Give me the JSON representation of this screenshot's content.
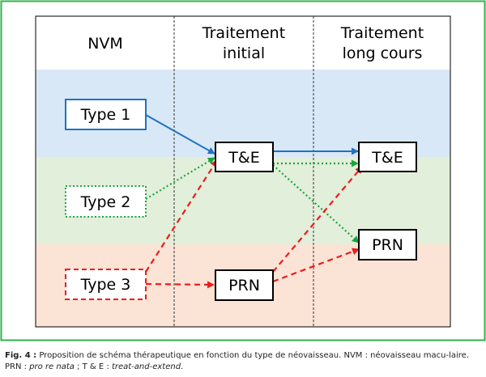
{
  "columns": {
    "nvm": "NVM",
    "initial_line1": "Traitement",
    "initial_line2": "initial",
    "long_line1": "Traitement",
    "long_line2": "long cours"
  },
  "nodes": {
    "type1": "Type 1",
    "type2": "Type 2",
    "type3": "Type 3",
    "te_initial": "T&E",
    "prn_initial": "PRN",
    "te_long": "T&E",
    "prn_long": "PRN"
  },
  "colors": {
    "frame": "#2fb34a",
    "band_type1": "#d9e8f6",
    "band_type2": "#e2efda",
    "band_type3": "#fbe3d6",
    "type1_arrows": "#1f72c2",
    "type2_arrows": "#18a63c",
    "type3_arrows": "#ee1c1c"
  },
  "caption": {
    "label": "Fig. 4 :",
    "text1": " Proposition de schéma thérapeutique en fonction du type de néovaisseau. NVM : néovaisseau macu-laire. PRN : ",
    "prn_def": "pro re nata",
    "text2": " ; T & E : ",
    "te_def": "treat-and-extend",
    "text3": "."
  }
}
